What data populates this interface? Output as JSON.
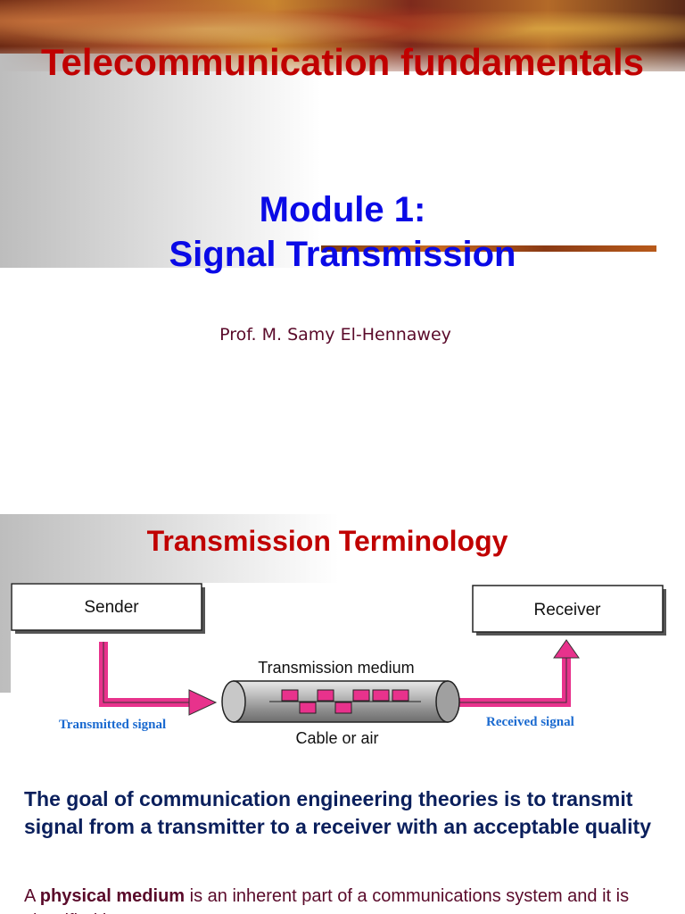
{
  "slide1": {
    "title": "Telecommunication fundamentals",
    "module_line1": "Module 1:",
    "module_line2": "Signal Transmission",
    "author": "Prof. M. Samy El-Hennawey"
  },
  "slide2": {
    "title": "Transmission Terminology",
    "diagram": {
      "sender": "Sender",
      "receiver": "Receiver",
      "medium": "Transmission medium",
      "cable": "Cable or air",
      "transmitted": "Transmitted signal",
      "received": "Received signal"
    },
    "goal": "The goal of communication engineering theories is to transmit signal from a transmitter to a receiver with an acceptable quality",
    "para_prefix": "A ",
    "para_bold": "physical medium",
    "para_rest": " is an inherent part of a communications system and it is classified into"
  },
  "colors": {
    "title_red": "#c00000",
    "module_blue": "#0a0ae6",
    "goal_navy": "#0a1f5c",
    "text_maroon": "#5a0a2a",
    "arrow_pink": "#e8328c",
    "label_blue": "#1a6ad0"
  }
}
